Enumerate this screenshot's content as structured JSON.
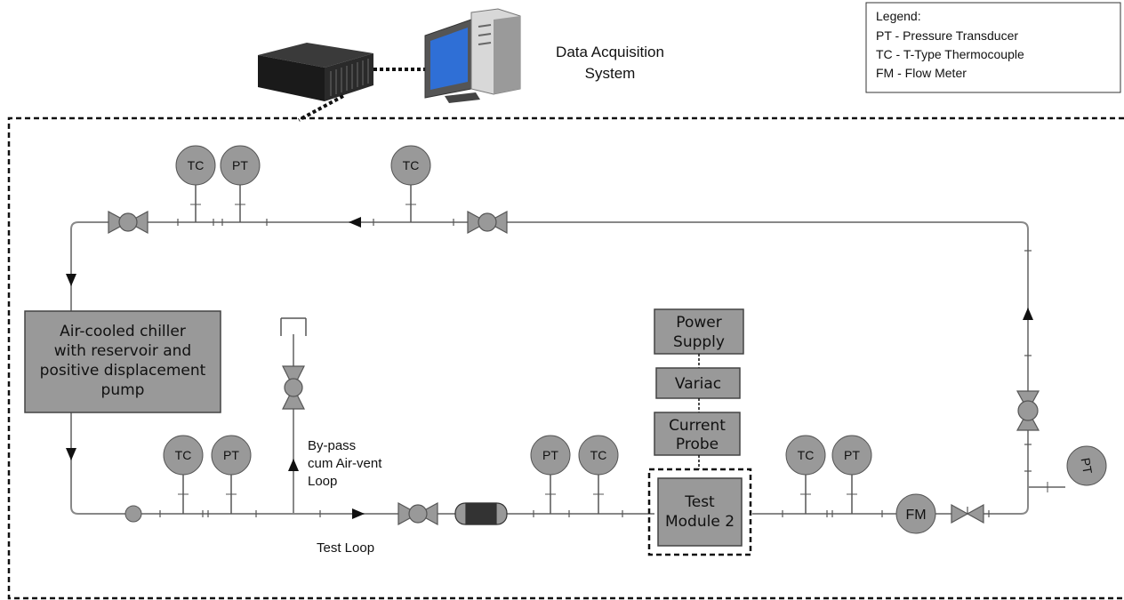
{
  "legend": {
    "title": "Legend:",
    "items": [
      "PT - Pressure Transducer",
      "TC - T-Type Thermocouple",
      "FM - Flow Meter"
    ]
  },
  "daq": {
    "line1": "Data Acquisition",
    "line2": "System"
  },
  "chiller": {
    "lines": [
      "Air-cooled chiller",
      "with reservoir and",
      "positive displacement",
      "pump"
    ]
  },
  "power_supply": {
    "lines": [
      "Power",
      "Supply"
    ]
  },
  "variac": {
    "label": "Variac"
  },
  "current_probe": {
    "lines": [
      "Current",
      "Probe"
    ]
  },
  "test_module": {
    "lines": [
      "Test",
      "Module 2"
    ]
  },
  "bypass": {
    "lines": [
      "By-pass",
      "cum Air-vent",
      "Loop"
    ]
  },
  "test_loop": {
    "label": "Test Loop"
  },
  "sensors": {
    "tc": "TC",
    "pt": "PT",
    "fm": "FM"
  },
  "colors": {
    "box_fill": "#999999",
    "sensor_fill": "#999999",
    "line": "#111111",
    "pipe": "#888888"
  }
}
